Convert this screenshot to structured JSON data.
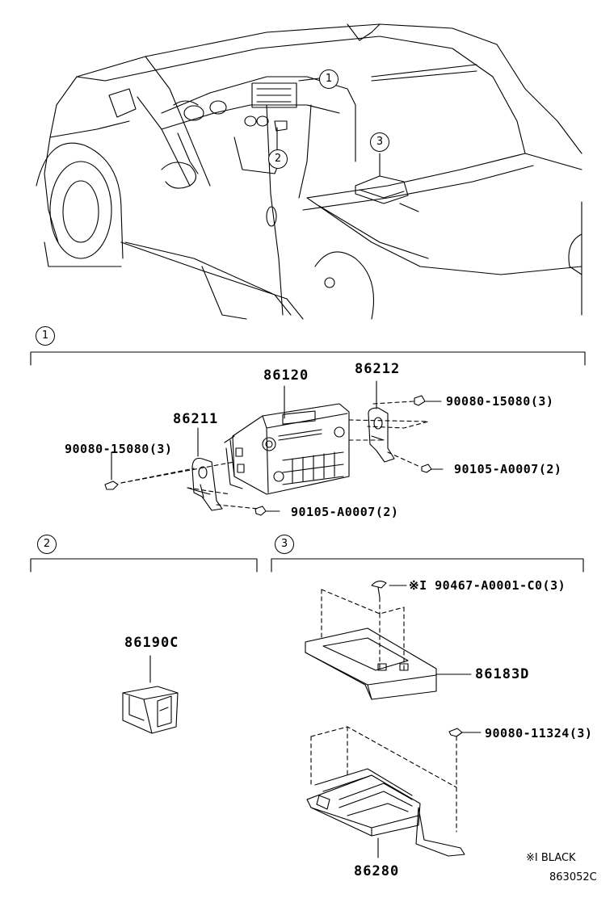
{
  "callouts": {
    "c1": "1",
    "c2": "2",
    "c3": "3"
  },
  "section1": {
    "marker": "1",
    "radio": "86120",
    "bracket_right": "86212",
    "bracket_left": "86211",
    "screw_right_top": "90080-15080(3)",
    "screw_left": "90080-15080(3)",
    "screw_right_bottom": "90105-A0007(2)",
    "screw_bottom": "90105-A0007(2)"
  },
  "section2": {
    "marker": "2",
    "switch": "86190C"
  },
  "section3": {
    "marker": "3",
    "clip": "※I 90467-A0001-C0(3)",
    "cover": "86183D",
    "screw": "90080-11324(3)",
    "amplifier": "86280"
  },
  "footer": {
    "note": "※I BLACK",
    "figure_code": "863052C"
  }
}
